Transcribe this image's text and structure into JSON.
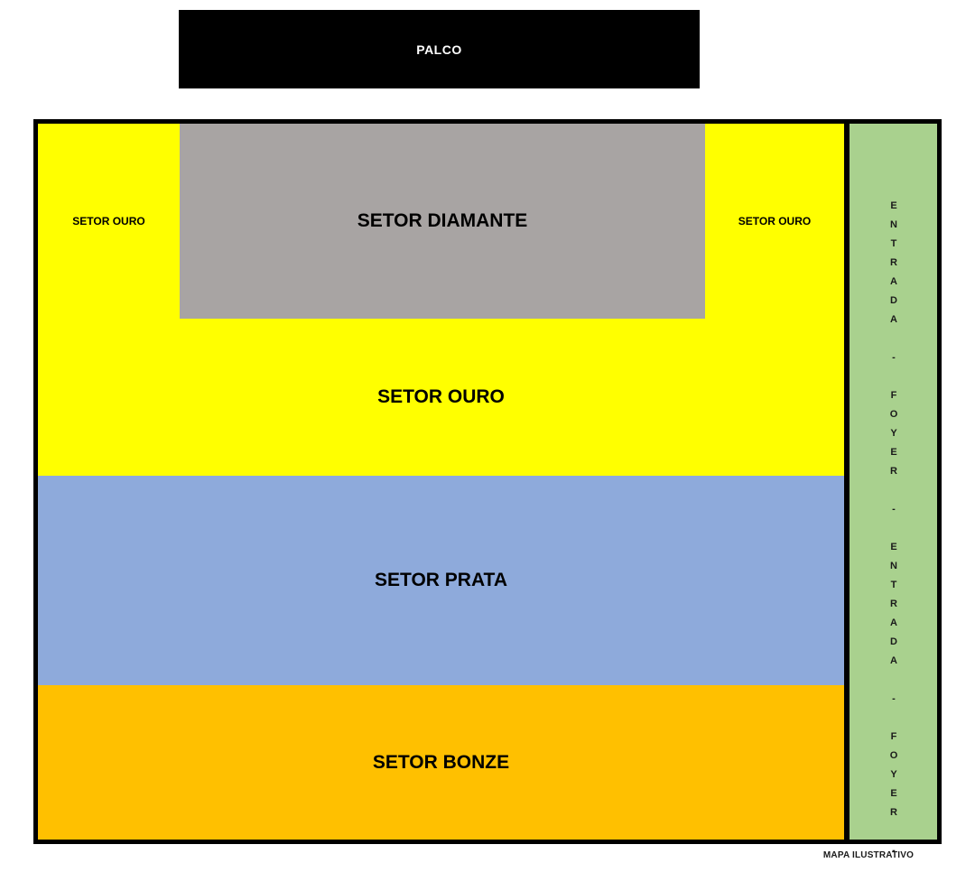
{
  "stage": {
    "label": "PALCO"
  },
  "venue_map": {
    "sector_diamante_label": "SETOR DIAMANTE",
    "sector_ouro_left_label": "SETOR OURO",
    "sector_ouro_right_label": "SETOR OURO",
    "sector_ouro_label": "SETOR OURO",
    "sector_prata_label": "SETOR PRATA",
    "sector_bonze_label": "SETOR BONZE",
    "entrance_strip_text": "ENTRADA - FOYER - ENTRADA - FOYER -"
  },
  "footer": {
    "note": "MAPA ILUSTRATIVO"
  },
  "colors": {
    "stage_bg": "#000000",
    "ouro": "#FFFF00",
    "diamante": "#A8A4A3",
    "prata": "#8EAADB",
    "bonze": "#FFC000",
    "entrance": "#A9D18E",
    "border": "#000000"
  }
}
